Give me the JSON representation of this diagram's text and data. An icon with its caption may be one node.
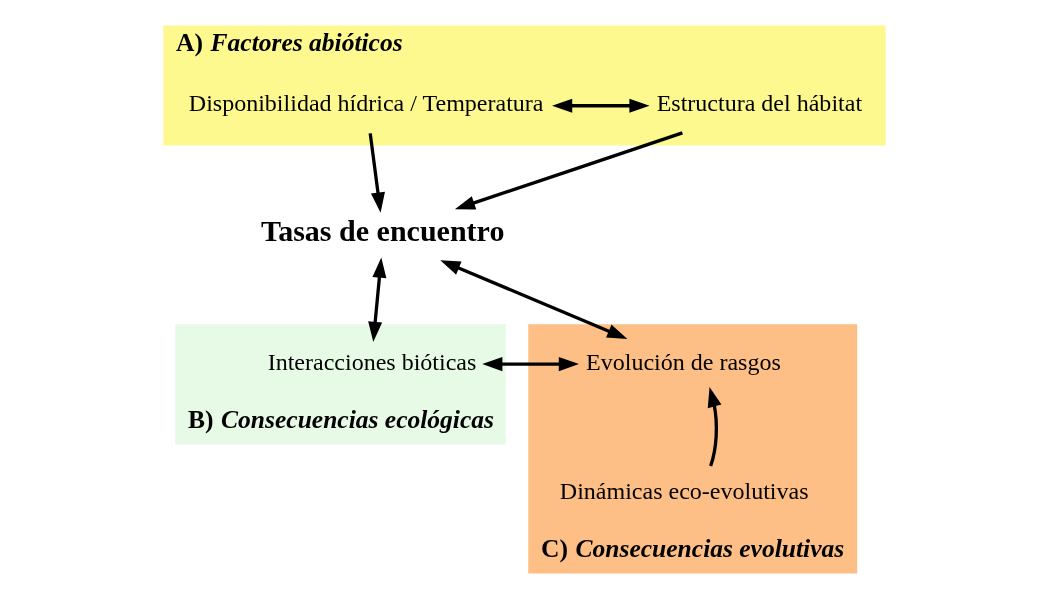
{
  "diagram": {
    "nodes": [
      {
        "text": [
          "A) *Factores abióticos*"
        ]
      },
      {
        "text": [
          "Disponibilidad hídrica / Temperatura"
        ],
        "in": 0
      },
      {
        "text": [
          "Estructura del hábitat"
        ],
        "in": 0
      },
      {
        "text": [
          "Tasas de encuentro"
        ]
      },
      {
        "text": [
          "B) *Consecuencias ecológicas*"
        ]
      },
      {
        "text": [
          "Interacciones bióticas"
        ],
        "in": 4
      },
      {
        "text": [
          "C) *Consecuencias evolutivas*"
        ]
      },
      {
        "text": [
          "Evolución de rasgos"
        ],
        "in": 6
      },
      {
        "text": [
          "Dinámicas eco-evolutivas"
        ],
        "in": 6
      }
    ],
    "edges": [
      {
        "from": 1,
        "to": 2,
        "arrow": "both"
      },
      {
        "from": 1,
        "to": 3,
        "arrow": "to"
      },
      {
        "from": 2,
        "to": 3,
        "arrow": "to"
      },
      {
        "from": 3,
        "to": 5,
        "arrow": "both"
      },
      {
        "from": 3,
        "to": 7,
        "arrow": "both"
      },
      {
        "from": 5,
        "to": 7,
        "arrow": "both"
      },
      {
        "from": 8,
        "to": 7,
        "arrow": "to"
      }
    ]
  }
}
